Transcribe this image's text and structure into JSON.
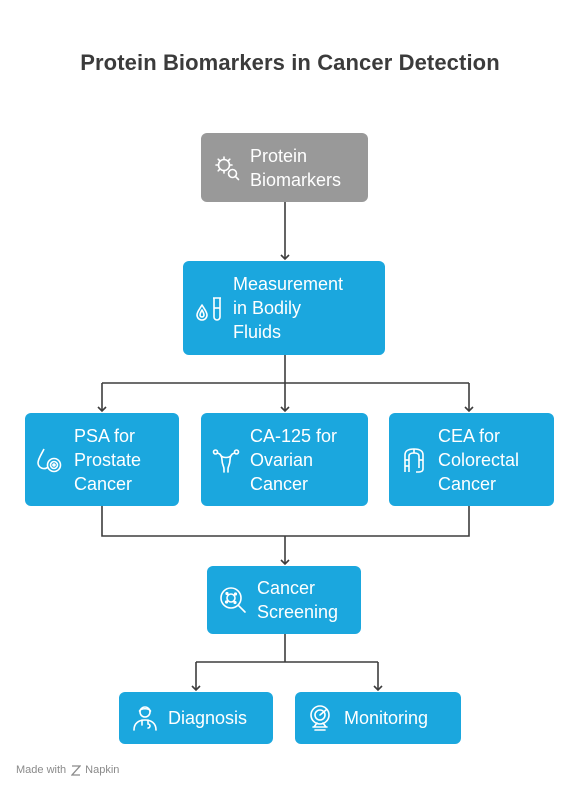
{
  "title": "Protein Biomarkers in Cancer Detection",
  "nodes": {
    "protein": {
      "label": "Protein\nBiomarkers",
      "icon": "virus-magnifier-icon"
    },
    "measurement": {
      "label": "Measurement\nin Bodily\nFluids",
      "icon": "fluid-drops-test-tube-icon"
    },
    "psa": {
      "label": "PSA for\nProstate\nCancer",
      "icon": "prostate-icon"
    },
    "ca125": {
      "label": "CA-125 for\nOvarian\nCancer",
      "icon": "uterus-icon"
    },
    "cea": {
      "label": "CEA for\nColorectal\nCancer",
      "icon": "colon-icon"
    },
    "screening": {
      "label": "Cancer\nScreening",
      "icon": "cell-magnifier-icon"
    },
    "diagnosis": {
      "label": "Diagnosis",
      "icon": "doctor-icon"
    },
    "monitoring": {
      "label": "Monitoring",
      "icon": "radar-monitor-icon"
    }
  },
  "colors": {
    "blue": "#1ba7de",
    "gray": "#999999",
    "line": "#3d3d3d"
  },
  "footer": {
    "made_with": "Made with",
    "brand": "Napkin"
  }
}
